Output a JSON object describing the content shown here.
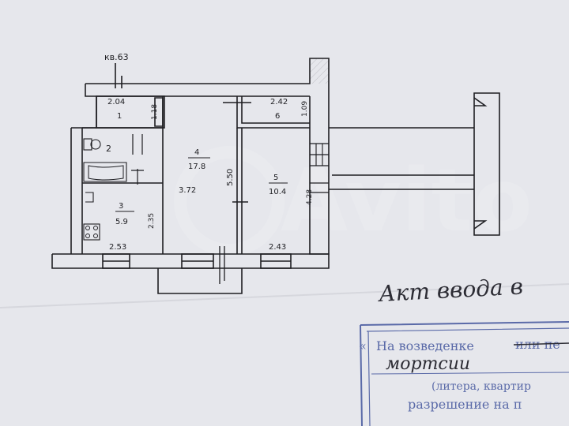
{
  "plan": {
    "apartment_label": "кв.63",
    "rooms": [
      {
        "number": "1",
        "area": "2.04"
      },
      {
        "number": "2",
        "area": ""
      },
      {
        "number": "3",
        "area": "5.9"
      },
      {
        "number": "4",
        "area": "17.8"
      },
      {
        "number": "5",
        "area": "10.4"
      },
      {
        "number": "6",
        "area": "2.42"
      }
    ],
    "dimensions": {
      "d_1_18": "1.18",
      "d_1_09": "1.09",
      "d_3_72": "3.72",
      "d_5_50": "5.50",
      "d_4_28": "4.28",
      "d_2_35": "2.35",
      "d_2_53": "2.53",
      "d_2_43": "2.43"
    }
  },
  "handwriting": {
    "line1": "Акт ввода в",
    "line2": "мортсии"
  },
  "stamp": {
    "line1_prefix": "«",
    "line1": "На возведенке",
    "line1_struck": "или пе",
    "line3": "(литера, квартир",
    "line4": "разрешение на п"
  },
  "watermark": "Avito",
  "colors": {
    "paper": "#e6e7ec",
    "ink": "#1e1e22",
    "stamp": "#5a6aa8"
  }
}
